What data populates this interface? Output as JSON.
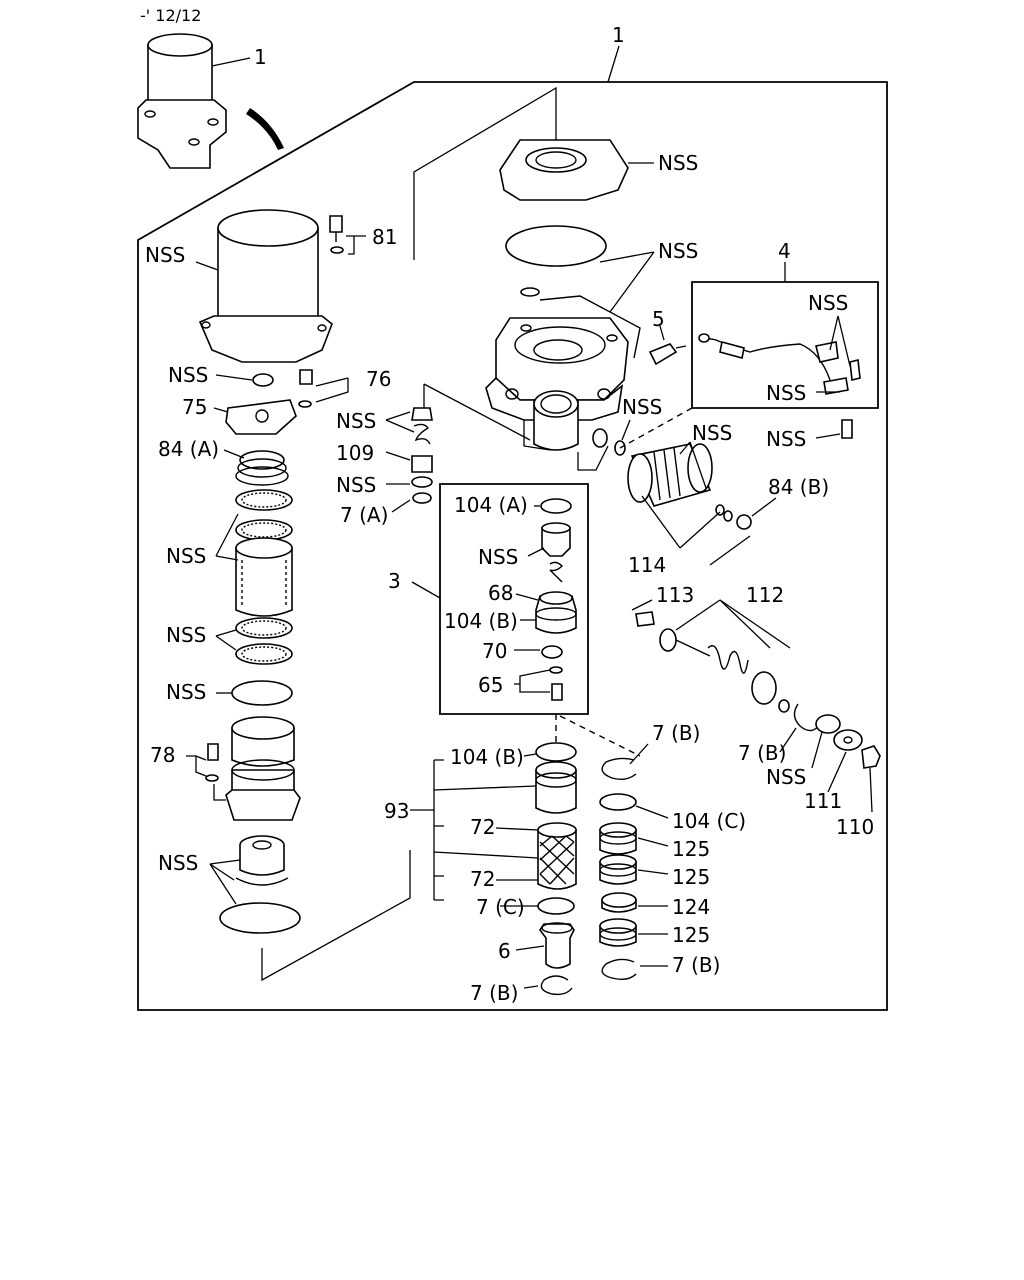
{
  "header_code": "-' 12/12",
  "labels": {
    "assembly_1_top": "1",
    "assembly_1_frame": "1",
    "nss": "NSS",
    "n81": "81",
    "n76": "76",
    "n75": "75",
    "n84a": "84 (A)",
    "n84b": "84 (B)",
    "n109": "109",
    "n7a": "7 (A)",
    "n104a": "104 (A)",
    "n104b_inner": "104 (B)",
    "n104b_outer": "104 (B)",
    "n104c": "104 (C)",
    "n3": "3",
    "n4": "4",
    "n5": "5",
    "n68": "68",
    "n70": "70",
    "n65": "65",
    "n78": "78",
    "n93": "93",
    "n72_top": "72",
    "n72_bot": "72",
    "n7c": "7 (C)",
    "n6": "6",
    "n7b_left": "7 (B)",
    "n7b_upper": "7 (B)",
    "n7b_right": "7 (B)",
    "n7b_lower": "7 (B)",
    "n112": "112",
    "n113": "113",
    "n114": "114",
    "n110": "110",
    "n111": "111",
    "n124": "124",
    "n125a": "125",
    "n125b": "125",
    "n125c": "125"
  }
}
